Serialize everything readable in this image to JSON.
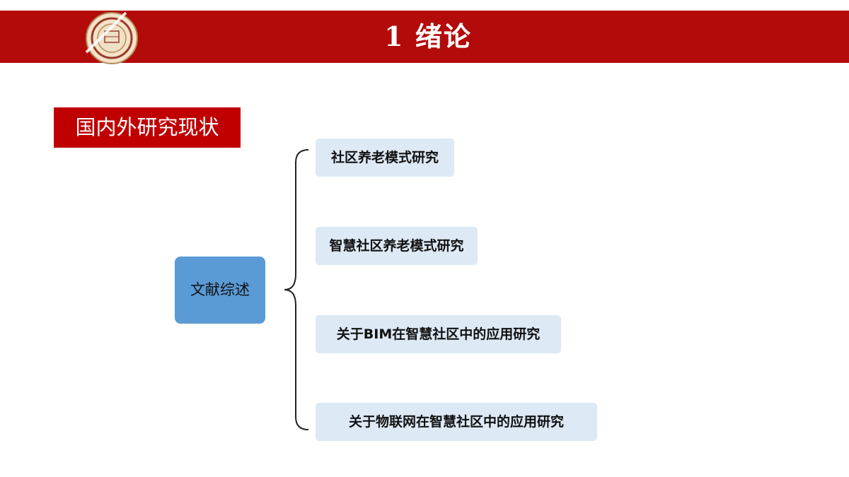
{
  "header": {
    "title": "1 绪论",
    "logo_icon": "university-seal-logo",
    "bar_color": "#b30a0a"
  },
  "section": {
    "label": "国内外研究现状",
    "color": "#c00000"
  },
  "mindmap": {
    "root": {
      "label": "文献综述",
      "color": "#5b9bd5"
    },
    "branches": [
      {
        "label": "社区养老模式研究"
      },
      {
        "label": "智慧社区养老模式研究"
      },
      {
        "label": "关于BIM在智慧社区中的应用研究"
      },
      {
        "label": "关于物联网在智慧社区中的应用研究"
      }
    ],
    "branch_color": "#dde9f5"
  }
}
